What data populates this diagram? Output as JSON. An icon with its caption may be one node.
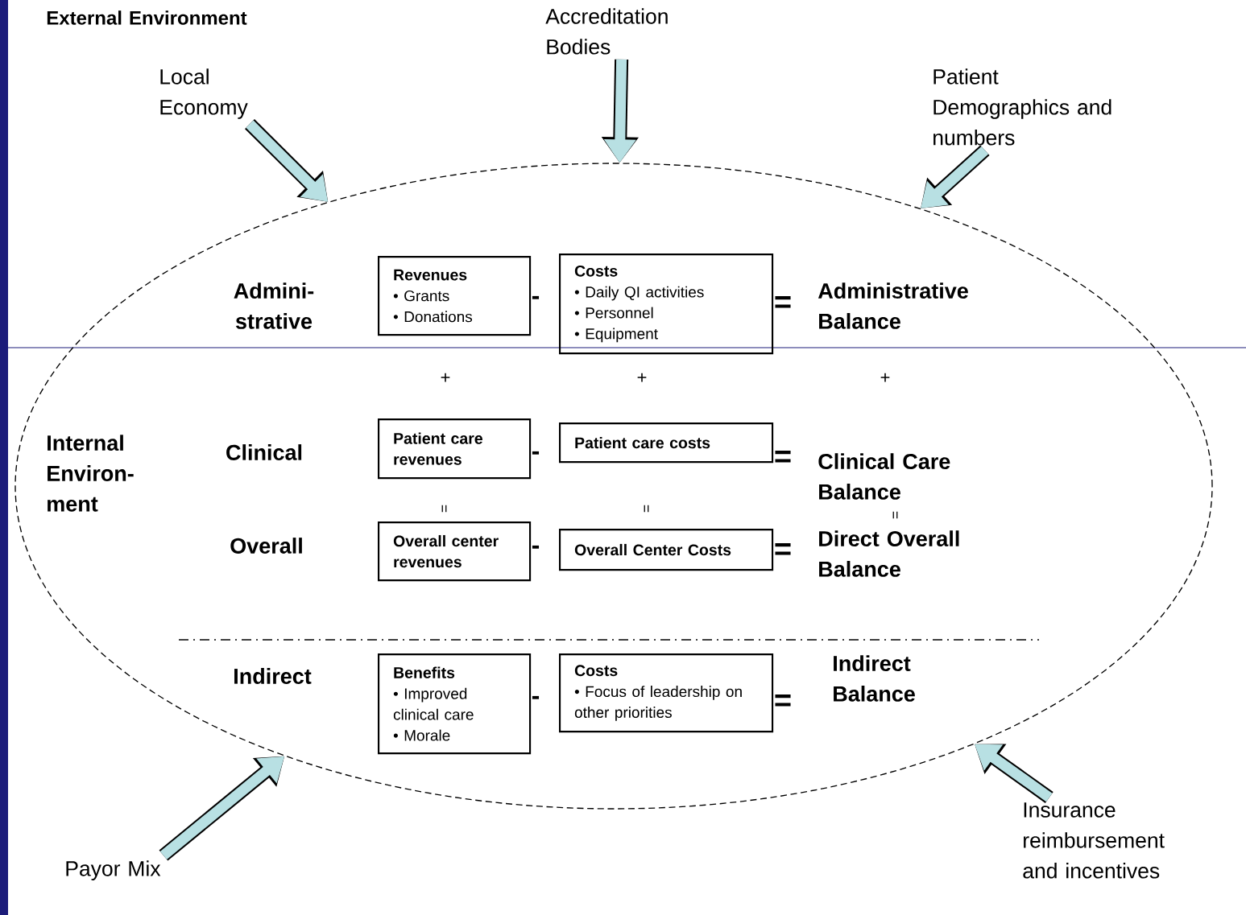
{
  "diagram": {
    "nodes": [
      {
        "text": [
          "Accreditation Bodies"
        ]
      },
      {
        "text": [
          "Local Economy"
        ]
      },
      {
        "text": [
          "Patient Demographics and numbers"
        ]
      },
      {
        "text": [],
        "shape": "ellipse"
      },
      {
        "text": [
          "Revenues",
          "• Grants",
          "• Donations"
        ],
        "in": 3
      },
      {
        "text": [
          "Costs",
          "• Daily QI activities",
          "• Personnel",
          "• Equipment"
        ],
        "in": 3
      },
      {
        "text": [
          "Patient care revenues"
        ],
        "in": 3
      },
      {
        "text": [
          "Patient care costs"
        ],
        "in": 3
      },
      {
        "text": [
          "Overall center revenues"
        ],
        "in": 3
      },
      {
        "text": [
          "Overall Center Costs"
        ],
        "in": 3
      },
      {
        "text": [
          "Benefits",
          "• Improved clinical care",
          "• Morale"
        ],
        "in": 3
      },
      {
        "text": [
          "Costs",
          "• Focus of leadership on other priorities"
        ],
        "in": 3
      },
      {
        "text": [
          "Insurance reimbursement and incentives"
        ]
      },
      {
        "text": [
          "Payor Mix"
        ]
      }
    ],
    "edges": [
      {
        "from": 0,
        "to": 3,
        "arrow": "to"
      },
      {
        "from": 1,
        "to": 3,
        "arrow": "to"
      },
      {
        "from": 2,
        "to": 3,
        "arrow": "to"
      },
      {
        "from": 12,
        "to": 3,
        "arrow": "to"
      },
      {
        "from": 13,
        "to": 3,
        "arrow": "to"
      }
    ],
    "labels": [
      "External Environment",
      "Admini-strative",
      "-",
      "=",
      "Administrative Balance",
      "+",
      "+",
      "+",
      "Internal Environ-ment",
      "Clinical",
      "-",
      "=",
      "Clinical Care Balance",
      "=",
      "=",
      "=",
      "Overall",
      "-",
      "=",
      "Direct Overall Balance",
      "Indirect",
      "-",
      "=",
      "Indirect Balance"
    ]
  }
}
